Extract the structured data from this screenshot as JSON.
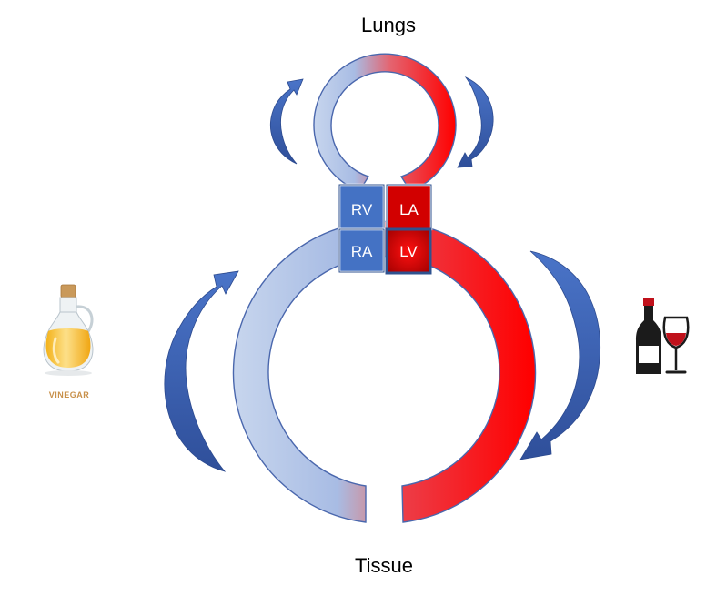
{
  "labels": {
    "top": "Lungs",
    "bottom": "Tissue",
    "vinegar": "VINEGAR"
  },
  "chambers": {
    "rv": "RV",
    "la": "LA",
    "ra": "RA",
    "lv": "LV"
  },
  "icons": {
    "left": "vinegar-bottle-icon",
    "right": "wine-bottle-glass-icon",
    "flow": "curved-flow-arrow-icon"
  },
  "colors": {
    "deoxygenated": "#b9cbea",
    "oxygenated": "#ff0000",
    "chamber_blue": "#4472c4",
    "chamber_red": "#c00000",
    "arrow": "#3f62b0",
    "vinegar_liquid": "#f6b91f",
    "vinegar_text": "#c8904a",
    "wine_red": "#c0111b"
  }
}
